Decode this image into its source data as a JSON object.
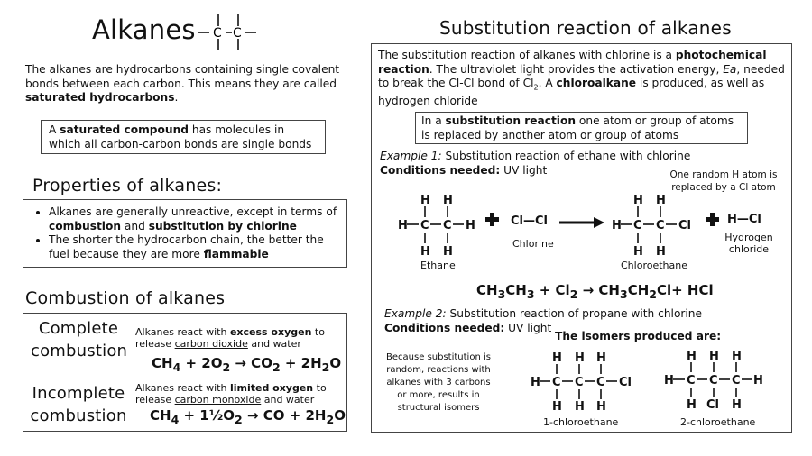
{
  "left": {
    "title": "Alkanes",
    "title_struct": {
      "c1": "C",
      "c2": "C"
    },
    "intro": {
      "p1": "The alkanes are hydrocarbons containing single covalent bonds between each carbon. This means they are called ",
      "p1_b": "saturated hydrocarbons",
      "p1_end": "."
    },
    "definition": {
      "a": "A ",
      "b": "saturated compound",
      "c": " has molecules in which all carbon-carbon bonds are single bonds"
    },
    "properties": {
      "heading": "Properties of alkanes:",
      "i1a": "Alkanes are generally unreactive, except in terms of ",
      "i1b": "combustion",
      "i1c": " and ",
      "i1d": "substitution by chlorine",
      "i2a": "The shorter the hydrocarbon chain, the better the fuel because they are more ",
      "i2b": "flammable"
    },
    "combustion": {
      "heading": "Combustion of alkanes",
      "complete_label_1": "Complete",
      "complete_label_2": "combustion",
      "complete_a": "Alkanes react with ",
      "complete_b": "excess oxygen",
      "complete_c": " to release ",
      "complete_d": "carbon dioxide",
      "complete_e": " and water",
      "incomplete_label_1": "Incomplete",
      "incomplete_label_2": "combustion",
      "incomplete_a": "Alkanes react with ",
      "incomplete_b": "limited oxygen",
      "incomplete_c": " to release ",
      "incomplete_d": "carbon monoxide",
      "incomplete_e": " and water"
    }
  },
  "right": {
    "title": "Substitution reaction of alkanes",
    "intro": {
      "a": "The substitution reaction of alkanes with chlorine is a ",
      "b": "photochemical reaction",
      "c": ". The ultraviolet light provides the activation energy, ",
      "d": "Ea",
      "e": ", needed to break the Cl-Cl bond of Cl",
      "f": "2",
      "g": ". A ",
      "h": "chloroalkane",
      "i": " is produced, as well as hydrogen chloride"
    },
    "definition": {
      "a": "In a ",
      "b": "substitution reaction",
      "c": " one atom or group of atoms is replaced by another atom or group of atoms"
    },
    "example1": {
      "label": "Example 1:",
      "text": " Substitution reaction of ethane with chlorine",
      "cond_label": "Conditions needed:",
      "cond": " UV light",
      "note_1": "One random H atom is",
      "note_2": "replaced by a Cl atom",
      "ethane": "Ethane",
      "chlorine": "Chlorine",
      "chloroethane": "Chloroethane",
      "hcl_1": "Hydrogen",
      "hcl_2": "chloride",
      "cl2": "Cl—Cl",
      "hcl_formula": "H—Cl"
    },
    "example2": {
      "label": "Example 2:",
      "text": " Substitution reaction of propane with chlorine",
      "cond_label": "Conditions needed:",
      "cond": " UV light",
      "isomers": "The isomers produced are:",
      "because_1": "Because substitution is",
      "because_2": "random, reactions with",
      "because_3": "alkanes with 3 carbons",
      "because_4": "or more, results in",
      "because_5": "structural isomers",
      "iso1": "1-chloroethane",
      "iso2": "2-chloroethane"
    }
  },
  "atoms": {
    "H": "H",
    "C": "C",
    "Cl": "Cl"
  }
}
